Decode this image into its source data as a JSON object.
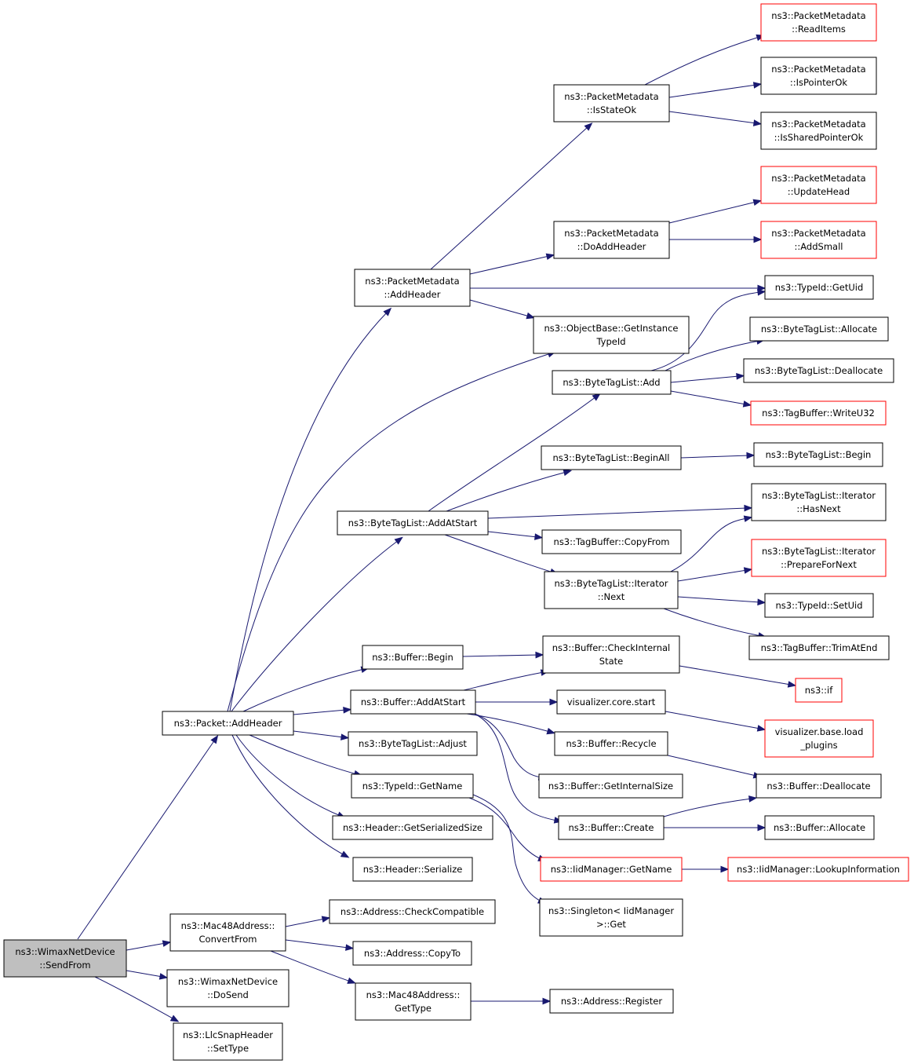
{
  "colors": {
    "edge": "#191970",
    "normal_border": "#000000",
    "truncated_border": "#ff0000",
    "root_fill": "#bfbfbf",
    "node_fill": "#ffffff"
  },
  "nodes": [
    {
      "id": "root",
      "lines": [
        "ns3::WimaxNetDevice",
        "::SendFrom"
      ],
      "style": "root"
    },
    {
      "id": "pkt_addheader",
      "lines": [
        "ns3::Packet::AddHeader"
      ],
      "style": "normal"
    },
    {
      "id": "mac48_convertfrom",
      "lines": [
        "ns3::Mac48Address::",
        "ConvertFrom"
      ],
      "style": "normal"
    },
    {
      "id": "wimax_dosend",
      "lines": [
        "ns3::WimaxNetDevice",
        "::DoSend"
      ],
      "style": "normal"
    },
    {
      "id": "llcsnap_settype",
      "lines": [
        "ns3::LlcSnapHeader",
        "::SetType"
      ],
      "style": "normal"
    },
    {
      "id": "pm_addheader",
      "lines": [
        "ns3::PacketMetadata",
        "::AddHeader"
      ],
      "style": "normal"
    },
    {
      "id": "btl_addatstart",
      "lines": [
        "ns3::ByteTagList::AddAtStart"
      ],
      "style": "normal"
    },
    {
      "id": "buf_begin",
      "lines": [
        "ns3::Buffer::Begin"
      ],
      "style": "normal"
    },
    {
      "id": "buf_addatstart",
      "lines": [
        "ns3::Buffer::AddAtStart"
      ],
      "style": "normal"
    },
    {
      "id": "btl_adjust",
      "lines": [
        "ns3::ByteTagList::Adjust"
      ],
      "style": "normal"
    },
    {
      "id": "typeid_getname",
      "lines": [
        "ns3::TypeId::GetName"
      ],
      "style": "normal"
    },
    {
      "id": "hdr_getserializedsize",
      "lines": [
        "ns3::Header::GetSerializedSize"
      ],
      "style": "normal"
    },
    {
      "id": "hdr_serialize",
      "lines": [
        "ns3::Header::Serialize"
      ],
      "style": "normal"
    },
    {
      "id": "pm_isstateok",
      "lines": [
        "ns3::PacketMetadata",
        "::IsStateOk"
      ],
      "style": "normal"
    },
    {
      "id": "pm_doaddheader",
      "lines": [
        "ns3::PacketMetadata",
        "::DoAddHeader"
      ],
      "style": "normal"
    },
    {
      "id": "ob_getinstancetypeid",
      "lines": [
        "ns3::ObjectBase::GetInstance",
        "TypeId"
      ],
      "style": "normal"
    },
    {
      "id": "btl_add",
      "lines": [
        "ns3::ByteTagList::Add"
      ],
      "style": "normal"
    },
    {
      "id": "btl_beginall",
      "lines": [
        "ns3::ByteTagList::BeginAll"
      ],
      "style": "normal"
    },
    {
      "id": "tb_copyfrom",
      "lines": [
        "ns3::TagBuffer::CopyFrom"
      ],
      "style": "normal"
    },
    {
      "id": "btl_iter_next",
      "lines": [
        "ns3::ByteTagList::Iterator",
        "::Next"
      ],
      "style": "normal"
    },
    {
      "id": "buf_checkinternalstate",
      "lines": [
        "ns3::Buffer::CheckInternal",
        "State"
      ],
      "style": "normal"
    },
    {
      "id": "viz_core_start",
      "lines": [
        "visualizer.core.start"
      ],
      "style": "normal"
    },
    {
      "id": "buf_recycle",
      "lines": [
        "ns3::Buffer::Recycle"
      ],
      "style": "normal"
    },
    {
      "id": "buf_getinternalsize",
      "lines": [
        "ns3::Buffer::GetInternalSize"
      ],
      "style": "normal"
    },
    {
      "id": "buf_create",
      "lines": [
        "ns3::Buffer::Create"
      ],
      "style": "normal"
    },
    {
      "id": "iid_getname",
      "lines": [
        "ns3::IidManager::GetName"
      ],
      "style": "truncated"
    },
    {
      "id": "singleton_get",
      "lines": [
        "ns3::Singleton< IidManager",
        ">::Get"
      ],
      "style": "normal"
    },
    {
      "id": "addr_checkcompatible",
      "lines": [
        "ns3::Address::CheckCompatible"
      ],
      "style": "normal"
    },
    {
      "id": "addr_copyto",
      "lines": [
        "ns3::Address::CopyTo"
      ],
      "style": "normal"
    },
    {
      "id": "mac48_gettype",
      "lines": [
        "ns3::Mac48Address::",
        "GetType"
      ],
      "style": "normal"
    },
    {
      "id": "addr_register",
      "lines": [
        "ns3::Address::Register"
      ],
      "style": "normal"
    },
    {
      "id": "pm_readitems",
      "lines": [
        "ns3::PacketMetadata",
        "::ReadItems"
      ],
      "style": "truncated"
    },
    {
      "id": "pm_ispointerok",
      "lines": [
        "ns3::PacketMetadata",
        "::IsPointerOk"
      ],
      "style": "normal"
    },
    {
      "id": "pm_issharedpointerok",
      "lines": [
        "ns3::PacketMetadata",
        "::IsSharedPointerOk"
      ],
      "style": "normal"
    },
    {
      "id": "pm_updatehead",
      "lines": [
        "ns3::PacketMetadata",
        "::UpdateHead"
      ],
      "style": "truncated"
    },
    {
      "id": "pm_addsmall",
      "lines": [
        "ns3::PacketMetadata",
        "::AddSmall"
      ],
      "style": "truncated"
    },
    {
      "id": "typeid_getuid",
      "lines": [
        "ns3::TypeId::GetUid"
      ],
      "style": "normal"
    },
    {
      "id": "btl_allocate",
      "lines": [
        "ns3::ByteTagList::Allocate"
      ],
      "style": "normal"
    },
    {
      "id": "btl_deallocate",
      "lines": [
        "ns3::ByteTagList::Deallocate"
      ],
      "style": "normal"
    },
    {
      "id": "tb_writeu32",
      "lines": [
        "ns3::TagBuffer::WriteU32"
      ],
      "style": "truncated"
    },
    {
      "id": "btl_begin",
      "lines": [
        "ns3::ByteTagList::Begin"
      ],
      "style": "normal"
    },
    {
      "id": "btl_iter_hasnext",
      "lines": [
        "ns3::ByteTagList::Iterator",
        "::HasNext"
      ],
      "style": "normal"
    },
    {
      "id": "btl_iter_preparefornext",
      "lines": [
        "ns3::ByteTagList::Iterator",
        "::PrepareForNext"
      ],
      "style": "truncated"
    },
    {
      "id": "typeid_setuid",
      "lines": [
        "ns3::TypeId::SetUid"
      ],
      "style": "normal"
    },
    {
      "id": "tb_trimatend",
      "lines": [
        "ns3::TagBuffer::TrimAtEnd"
      ],
      "style": "normal"
    },
    {
      "id": "ns3_if",
      "lines": [
        "ns3::if"
      ],
      "style": "truncated"
    },
    {
      "id": "viz_base_load_plugins",
      "lines": [
        "visualizer.base.load",
        "_plugins"
      ],
      "style": "truncated"
    },
    {
      "id": "buf_deallocate",
      "lines": [
        "ns3::Buffer::Deallocate"
      ],
      "style": "normal"
    },
    {
      "id": "buf_allocate",
      "lines": [
        "ns3::Buffer::Allocate"
      ],
      "style": "normal"
    },
    {
      "id": "iid_lookupinformation",
      "lines": [
        "ns3::IidManager::LookupInformation"
      ],
      "style": "truncated"
    }
  ],
  "edges": [
    {
      "from": "root",
      "to": "pkt_addheader"
    },
    {
      "from": "root",
      "to": "mac48_convertfrom"
    },
    {
      "from": "root",
      "to": "wimax_dosend"
    },
    {
      "from": "root",
      "to": "llcsnap_settype"
    },
    {
      "from": "pkt_addheader",
      "to": "pm_addheader"
    },
    {
      "from": "pkt_addheader",
      "to": "btl_addatstart"
    },
    {
      "from": "pkt_addheader",
      "to": "buf_begin"
    },
    {
      "from": "pkt_addheader",
      "to": "buf_addatstart"
    },
    {
      "from": "pkt_addheader",
      "to": "btl_adjust"
    },
    {
      "from": "pkt_addheader",
      "to": "typeid_getname"
    },
    {
      "from": "pkt_addheader",
      "to": "hdr_getserializedsize"
    },
    {
      "from": "pkt_addheader",
      "to": "hdr_serialize"
    },
    {
      "from": "pkt_addheader",
      "to": "ob_getinstancetypeid"
    },
    {
      "from": "pm_addheader",
      "to": "pm_isstateok"
    },
    {
      "from": "pm_addheader",
      "to": "pm_doaddheader"
    },
    {
      "from": "pm_addheader",
      "to": "typeid_getuid"
    },
    {
      "from": "pm_addheader",
      "to": "ob_getinstancetypeid"
    },
    {
      "from": "pm_isstateok",
      "to": "pm_readitems"
    },
    {
      "from": "pm_isstateok",
      "to": "pm_ispointerok"
    },
    {
      "from": "pm_isstateok",
      "to": "pm_issharedpointerok"
    },
    {
      "from": "pm_doaddheader",
      "to": "pm_updatehead"
    },
    {
      "from": "pm_doaddheader",
      "to": "pm_addsmall"
    },
    {
      "from": "btl_addatstart",
      "to": "btl_add"
    },
    {
      "from": "btl_addatstart",
      "to": "btl_beginall"
    },
    {
      "from": "btl_addatstart",
      "to": "btl_iter_hasnext"
    },
    {
      "from": "btl_addatstart",
      "to": "tb_copyfrom"
    },
    {
      "from": "btl_addatstart",
      "to": "btl_iter_next"
    },
    {
      "from": "btl_add",
      "to": "typeid_getuid"
    },
    {
      "from": "btl_add",
      "to": "btl_allocate"
    },
    {
      "from": "btl_add",
      "to": "btl_deallocate"
    },
    {
      "from": "btl_add",
      "to": "tb_writeu32"
    },
    {
      "from": "btl_beginall",
      "to": "btl_begin"
    },
    {
      "from": "btl_iter_next",
      "to": "btl_iter_hasnext"
    },
    {
      "from": "btl_iter_next",
      "to": "btl_iter_preparefornext"
    },
    {
      "from": "btl_iter_next",
      "to": "typeid_setuid"
    },
    {
      "from": "btl_iter_next",
      "to": "tb_trimatend"
    },
    {
      "from": "buf_begin",
      "to": "buf_checkinternalstate"
    },
    {
      "from": "buf_addatstart",
      "to": "buf_checkinternalstate"
    },
    {
      "from": "buf_addatstart",
      "to": "viz_core_start"
    },
    {
      "from": "buf_addatstart",
      "to": "buf_recycle"
    },
    {
      "from": "buf_addatstart",
      "to": "buf_getinternalsize"
    },
    {
      "from": "buf_addatstart",
      "to": "buf_create"
    },
    {
      "from": "buf_checkinternalstate",
      "to": "ns3_if"
    },
    {
      "from": "viz_core_start",
      "to": "viz_base_load_plugins"
    },
    {
      "from": "buf_recycle",
      "to": "buf_deallocate"
    },
    {
      "from": "buf_create",
      "to": "buf_deallocate"
    },
    {
      "from": "buf_create",
      "to": "buf_allocate"
    },
    {
      "from": "typeid_getname",
      "to": "iid_getname"
    },
    {
      "from": "typeid_getname",
      "to": "singleton_get"
    },
    {
      "from": "iid_getname",
      "to": "iid_lookupinformation"
    },
    {
      "from": "mac48_convertfrom",
      "to": "addr_checkcompatible"
    },
    {
      "from": "mac48_convertfrom",
      "to": "addr_copyto"
    },
    {
      "from": "mac48_convertfrom",
      "to": "mac48_gettype"
    },
    {
      "from": "mac48_gettype",
      "to": "addr_register"
    }
  ]
}
